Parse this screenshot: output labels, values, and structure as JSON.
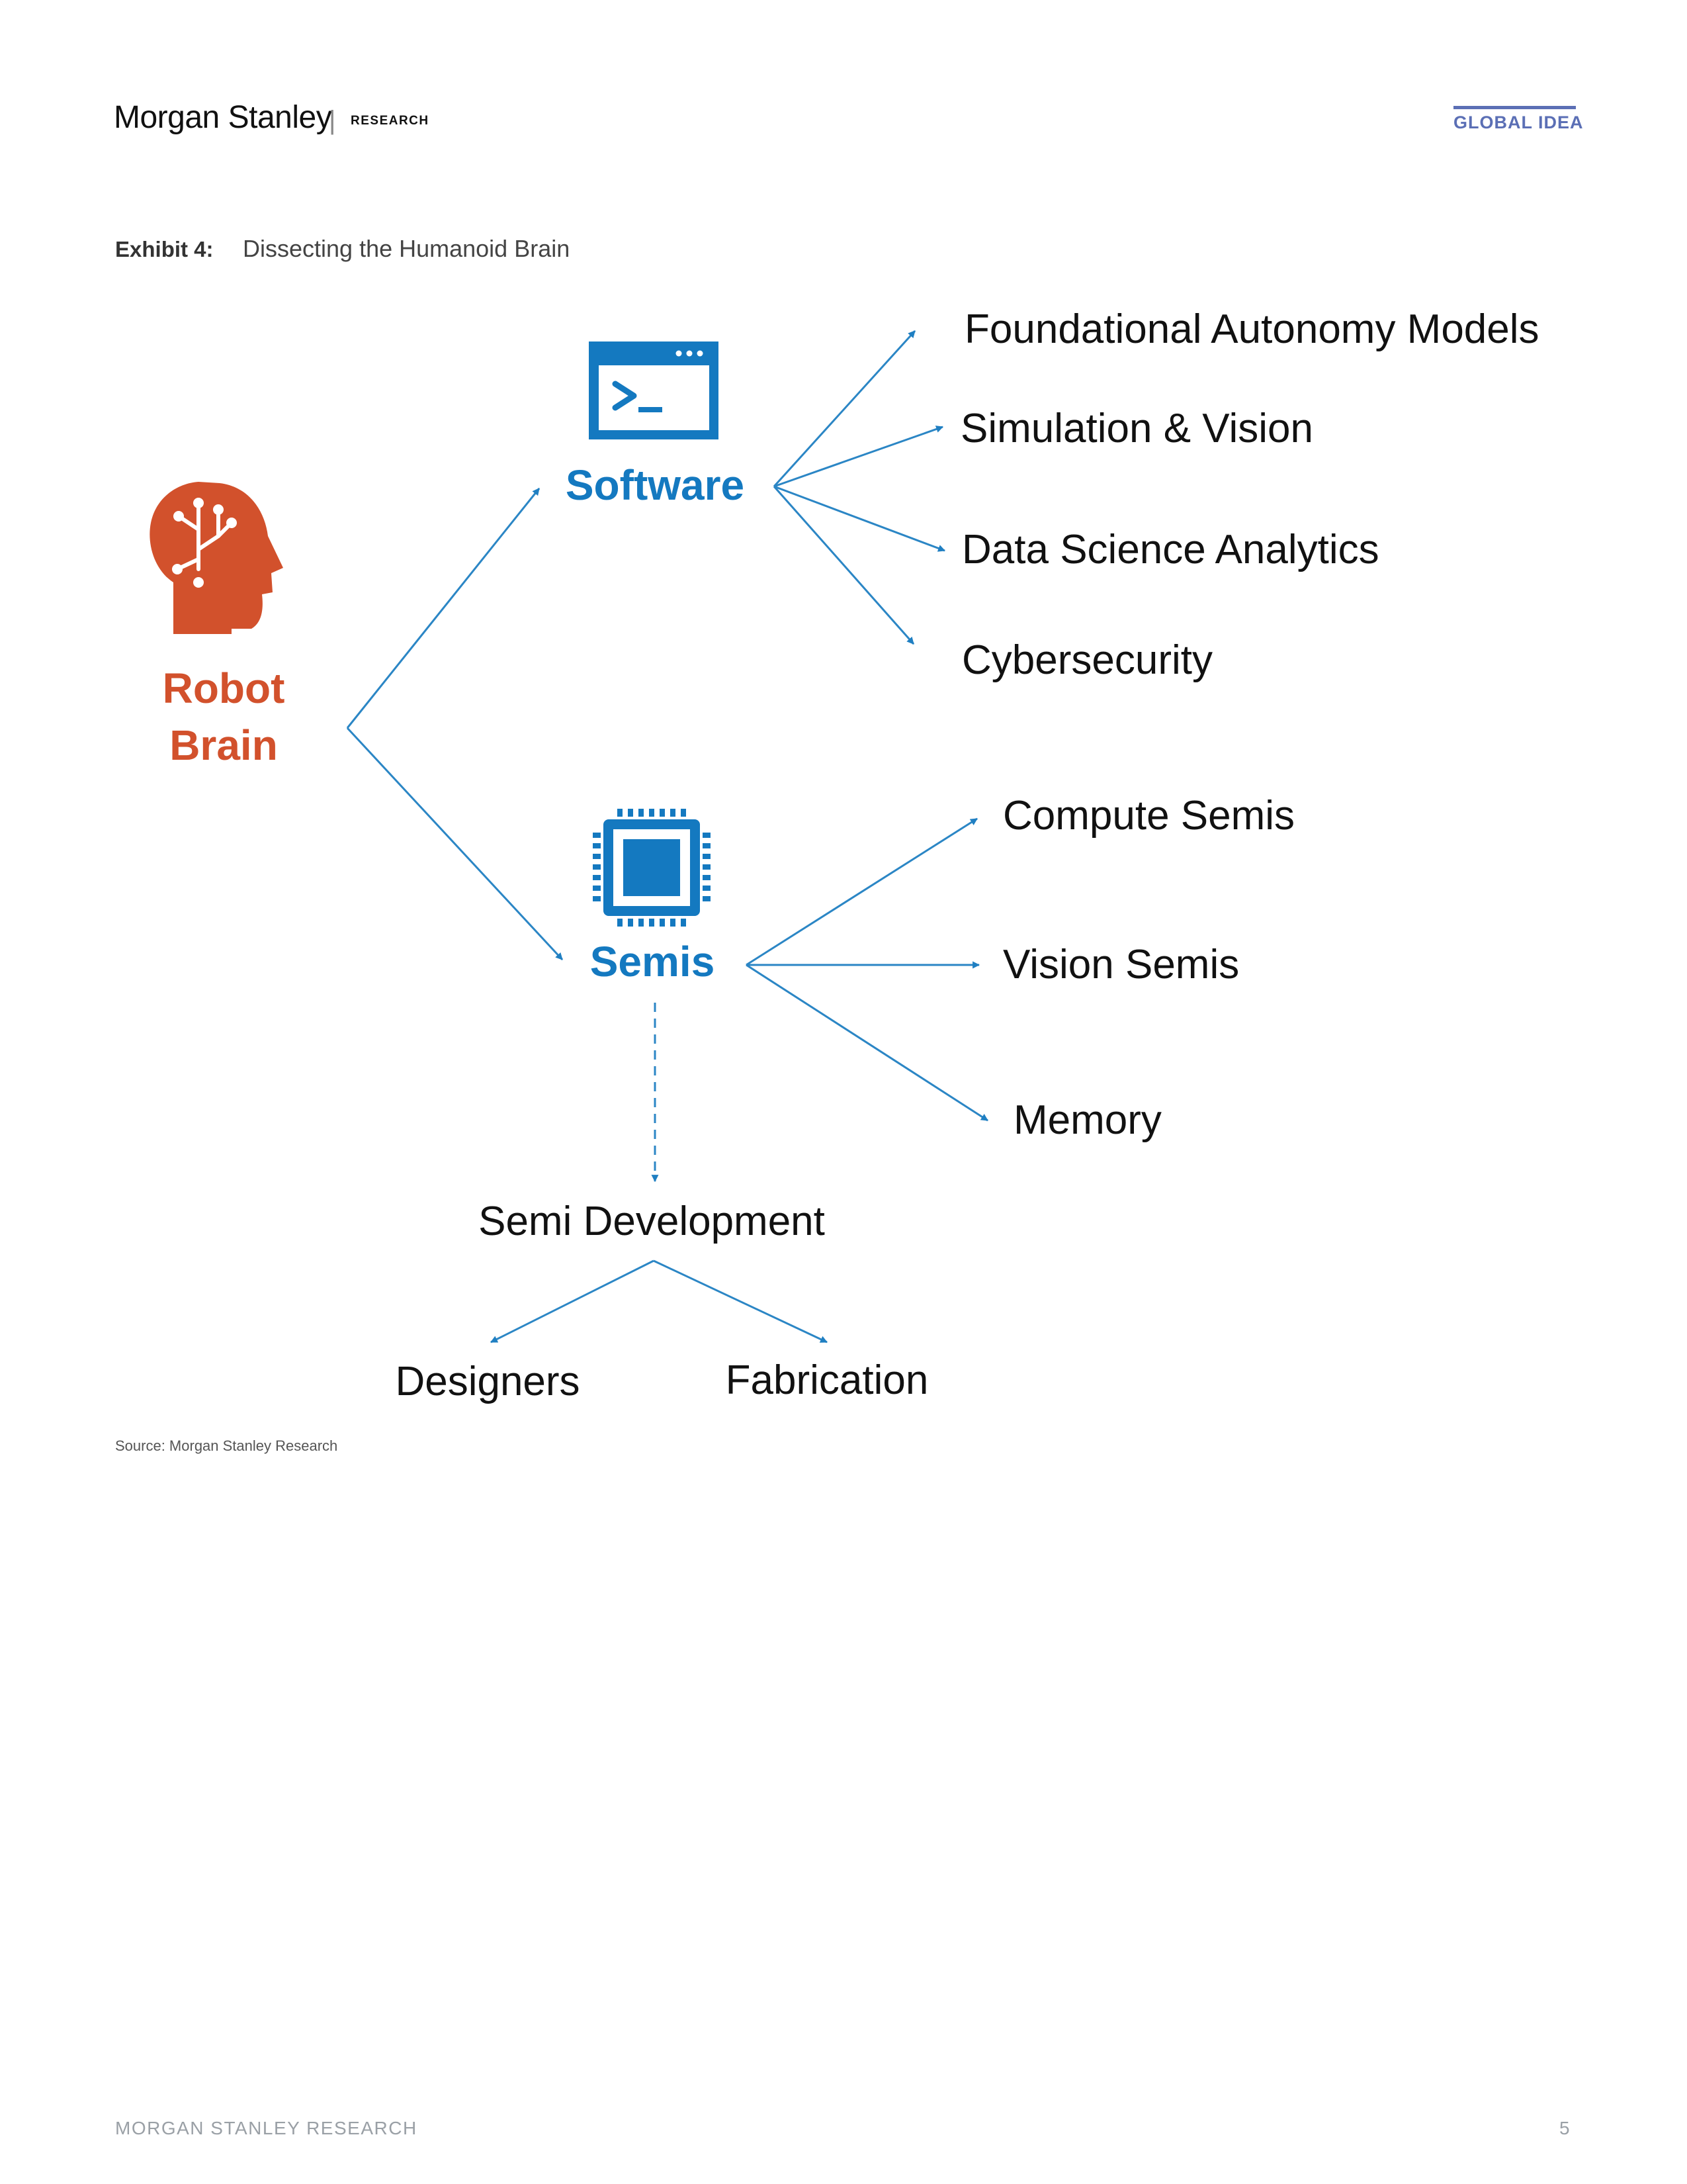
{
  "header": {
    "brand": "Morgan Stanley",
    "separator": "|",
    "research": "RESEARCH",
    "tag": "GLOBAL IDEA"
  },
  "exhibit": {
    "label": "Exhibit 4:",
    "title": "Dissecting the Humanoid Brain"
  },
  "diagram": {
    "root": {
      "label_line1": "Robot",
      "label_line2": "Brain",
      "icon": "brain-head-icon",
      "color": "#d2512c"
    },
    "software": {
      "label": "Software",
      "icon": "terminal-window-icon",
      "color": "#1479c0",
      "children": [
        "Foundational Autonomy Models",
        "Simulation & Vision",
        "Data Science Analytics",
        "Cybersecurity"
      ]
    },
    "semis": {
      "label": "Semis",
      "icon": "microchip-icon",
      "color": "#1479c0",
      "children": [
        "Compute Semis",
        "Vision Semis",
        "Memory"
      ]
    },
    "semi_development": {
      "label": "Semi Development",
      "children": [
        "Designers",
        "Fabrication"
      ]
    },
    "arrow_color": "#2b86c5"
  },
  "source": "Source: Morgan Stanley Research",
  "footer": {
    "left": "MORGAN STANLEY RESEARCH",
    "page": "5"
  }
}
